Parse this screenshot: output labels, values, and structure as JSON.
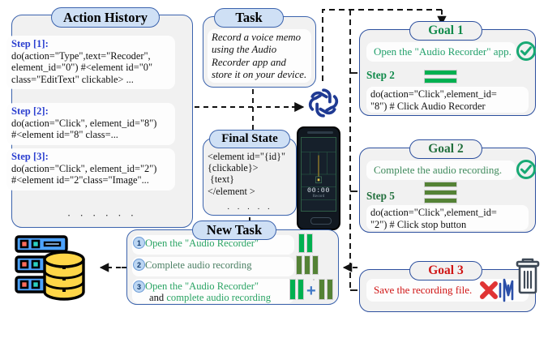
{
  "action_history": {
    "title": "Action History",
    "steps": [
      {
        "label": "Step [1]:",
        "code": "do(action=\"Type\",text=\"Recoder\",\nelement_id=\"0\") #<element id=\"0\"\nclass=\"EditText\" clickable> ..."
      },
      {
        "label": "Step [2]:",
        "code": "do(action=\"Click\", element_id=\"8\")\n#<element id=\"8\" class=..."
      },
      {
        "label": "Step [3]:",
        "code": "do(action=\"Click\", element_id=\"2\")\n#<element id=\"2\"class=\"Image\"..."
      }
    ],
    "ellipsis": "· · · · · ·"
  },
  "task": {
    "title": "Task",
    "text": "Record a voice memo using the Audio Recorder app and store it on your device."
  },
  "final_state": {
    "title": "Final State",
    "text": "<element id=\"{id}\"\n{clickable}>\n {text}\n</element >",
    "ellipsis": "· · · · ·"
  },
  "phone": {
    "timer": "00:00",
    "label": "Record",
    "icon": "audio-recorder-screen"
  },
  "llm": {
    "icon": "openai-logo"
  },
  "goals": [
    {
      "title": "Goal 1",
      "description": "Open the \"Audio Recorder\" app.",
      "status_icon": "check-circle-icon",
      "step_label": "Step 2",
      "code": "do(action=\"Click\",element_id=\n\"8\") # Click Audio Recorder",
      "bars": 2,
      "bar_color": "#00b050",
      "accent": "#0f8a4a"
    },
    {
      "title": "Goal 2",
      "description": "Complete the audio recording.",
      "status_icon": "check-circle-icon",
      "step_label": "Step 5",
      "code": "do(action=\"Click\",element_id=\n\"2\") # Click stop button",
      "bars": 3,
      "bar_color": "#548235",
      "accent": "#216f3c"
    },
    {
      "title": "Goal 3",
      "description": "Save the recording file.",
      "status_icon": "red-x-icon",
      "extra_icons": [
        "waveform-icon",
        "trash-bin-icon"
      ],
      "accent": "#d01414"
    }
  ],
  "new_task": {
    "title": "New Task",
    "rows": [
      {
        "num": "1",
        "text": "Open the \"Audio Recorder\"",
        "text2": "",
        "bars": [
          2
        ],
        "colors": [
          "#00b050"
        ]
      },
      {
        "num": "2",
        "text": "Complete audio recording",
        "text2": "",
        "bars": [
          3
        ],
        "colors": [
          "#548235"
        ]
      },
      {
        "num": "3",
        "text": "Open the \"Audio Recorder\"",
        "text2": "and complete audio recording",
        "bars": [
          2,
          3
        ],
        "colors": [
          "#00b050",
          "#548235"
        ],
        "plus": "+"
      }
    ]
  },
  "storage": {
    "icon": "server-database-icon"
  },
  "colors": {
    "panel_border": "#3b63ad",
    "panel_fill": "#f1f1f1",
    "head_fill": "#cfe0f5",
    "green": "#00b050",
    "olive": "#548235",
    "red": "#d01414",
    "blue_accent": "#3f78c8"
  }
}
